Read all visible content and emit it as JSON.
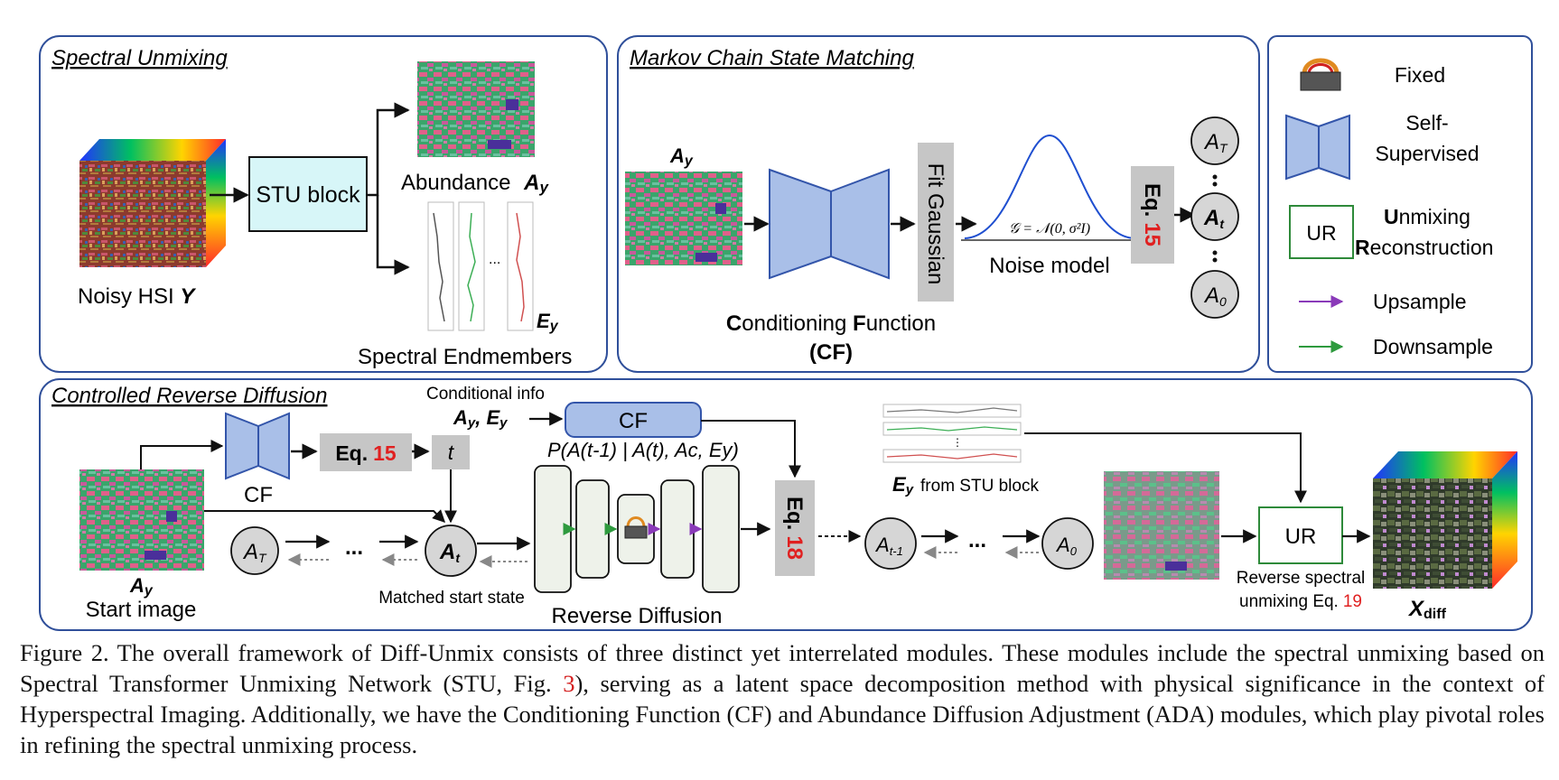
{
  "panels": {
    "spectral_unmixing": "Spectral Unmixing",
    "markov": "Markov Chain State Matching",
    "reverse": "Controlled Reverse Diffusion"
  },
  "su": {
    "stu_block": "STU block",
    "noisy_hsi": "Noisy HSI",
    "noisy_hsi_sym": "Y",
    "abundance": "Abundance",
    "abundance_sym": "A",
    "abundance_sub": "y",
    "ey_sym": "E",
    "ey_sub": "y",
    "dots": "...",
    "endmembers": "Spectral Endmembers"
  },
  "mc": {
    "ay_sym": "A",
    "ay_sub": "y",
    "fit_gaussian": "Fit Gaussian",
    "formula": "𝒢 = 𝒩(0, σ²I)",
    "noise_model": "Noise model",
    "eq_label": "Eq.",
    "eq_num": "15",
    "cf_line1_a": "C",
    "cf_line1_b": "onditioning ",
    "cf_line1_c": "F",
    "cf_line1_d": "unction",
    "cf_line2": "(CF)",
    "a_top": "A",
    "a_top_sub": "T",
    "a_mid": "A",
    "a_mid_sub": "t",
    "a_bot": "A",
    "a_bot_sub": "0"
  },
  "legend": {
    "fixed": "Fixed",
    "self_1": "Self-",
    "self_2": "Supervised",
    "ur": "UR",
    "ur_l1_b": "U",
    "ur_l1": "nmixing",
    "ur_l2_b": "R",
    "ur_l2": "econstruction",
    "upsample": "Upsample",
    "downsample": "Downsample",
    "colors": {
      "up": "#8a3ab9",
      "down": "#2e9a3e"
    }
  },
  "crd": {
    "cond_info": "Conditional info",
    "ay_ey": "A",
    "ay_ey_sub": "y",
    "ay_ey_2": ", E",
    "ay_ey_2_sub": "y",
    "cf": "CF",
    "cf_small": "CF",
    "eq_label": "Eq.",
    "eq15": "15",
    "t": "t",
    "p_label": "P(A(t-1) | A(t), Ac, Ey)",
    "ay_start": "A",
    "ay_start_sub": "y",
    "start_image": "Start image",
    "a_T": "A",
    "a_T_sub": "T",
    "dots": "...",
    "a_t": "A",
    "a_t_sub": "t",
    "matched": "Matched start state",
    "reverse_diffusion": "Reverse Diffusion",
    "eq18": "18",
    "a_tm1": "A",
    "a_tm1_sub": "t-1",
    "a_0": "A",
    "a_0_sub": "0",
    "ey_from_1": "E",
    "ey_from_sub": "y",
    "ey_from_2": "from STU block",
    "ur": "UR",
    "rev_unmix_1": "Reverse spectral",
    "rev_unmix_2": "unmixing Eq.",
    "rev_unmix_eq": "19",
    "xdiff": "X",
    "xdiff_sub": "diff",
    "dots_small": "⋮"
  },
  "caption": {
    "p1": "Figure 2.  The overall framework of Diff-Unmix consists of three distinct yet interrelated modules.  These modules include the spectral unmixing based on Spectral Transformer Unmixing Network (STU, Fig. ",
    "ref": "3",
    "p2": "), serving as a latent space decomposition method with physical significance in the context of Hyperspectral Imaging.  Additionally, we have the Conditioning Function (CF) and Abundance Diffusion Adjustment (ADA) modules, which play pivotal roles in refining the spectral unmixing process."
  }
}
